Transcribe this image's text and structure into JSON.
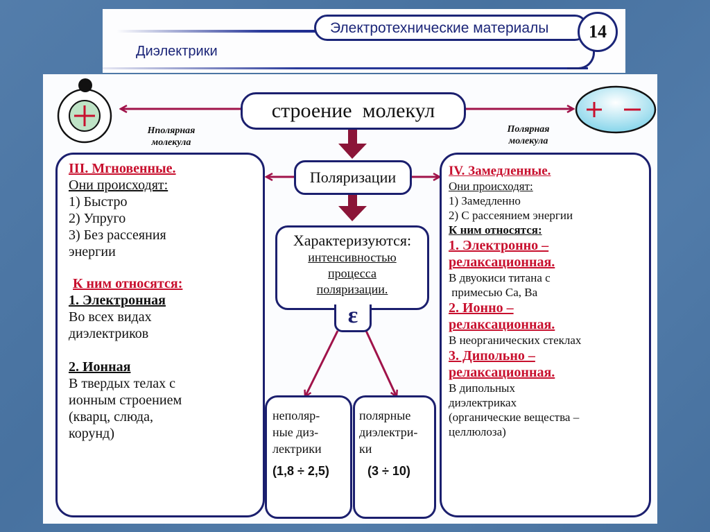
{
  "banner": {
    "subject": "Электротехнические материалы",
    "page_number": "14",
    "section": "Диэлектрики"
  },
  "diagram": {
    "root": "строение  молекул",
    "nonpolar_molecule": {
      "label_line1": "Нполярная",
      "label_line2": "молекула",
      "nucleus_symbol": "+"
    },
    "polar_molecule": {
      "label_line1": "Полярная",
      "label_line2": "молекула",
      "plus_symbol": "+",
      "minus_symbol": "−"
    },
    "polarization": "Поляризации",
    "characterized": {
      "heading": "Характеризуются:",
      "line1": "интенсивностью",
      "line2": "процесса",
      "line3": "поляризации."
    },
    "epsilon_symbol": "ε",
    "nonpolar_dielectrics": {
      "line1": "неполяр-",
      "line2": "ные диз-",
      "line3": "лектрики",
      "range": "(1,8 ÷ 2,5)"
    },
    "polar_dielectrics": {
      "line1": "полярные",
      "line2": "диэлектри-",
      "line3": "ки",
      "range": "(3 ÷ 10)"
    },
    "left_box": {
      "title": "III. Мгновенные.",
      "occur": "Они происходят:",
      "items": [
        "1) Быстро",
        "2) Упруго",
        "3) Без рассеяния",
        "энергии"
      ],
      "includes": "К ним относятся:",
      "type1_title": "1. Электронная",
      "type1_desc": [
        "Во всех видах",
        "диэлектриков"
      ],
      "type2_title": "2. Ионная",
      "type2_desc": [
        "В твердых телах с",
        "ионным строением",
        "(кварц, слюда,",
        "корунд)"
      ]
    },
    "right_box": {
      "title": "IV. Замедленные.",
      "occur": "Они происходят:",
      "items": [
        "1) Замедленно",
        "2) С рассеянием энергии"
      ],
      "includes": "К ним относятся:",
      "type1_title": [
        "1. Электронно –",
        "релаксационная."
      ],
      "type1_desc": [
        "В двуокиси титана с",
        " примесью Са, Ва"
      ],
      "type2_title": [
        "2. Ионно –",
        "релаксационная."
      ],
      "type2_desc": [
        "В неорганических стеклах"
      ],
      "type3_title": [
        "3. Дипольно –",
        "релаксационная."
      ],
      "type3_desc": [
        "В дипольных",
        "диэлектриках",
        "(органические вещества –",
        "целлюлоза)"
      ]
    }
  },
  "colors": {
    "background": "#4a76a6",
    "accent_red": "#c8102e",
    "arrow": "#8b1538",
    "border_navy": "#1b1f6e"
  }
}
